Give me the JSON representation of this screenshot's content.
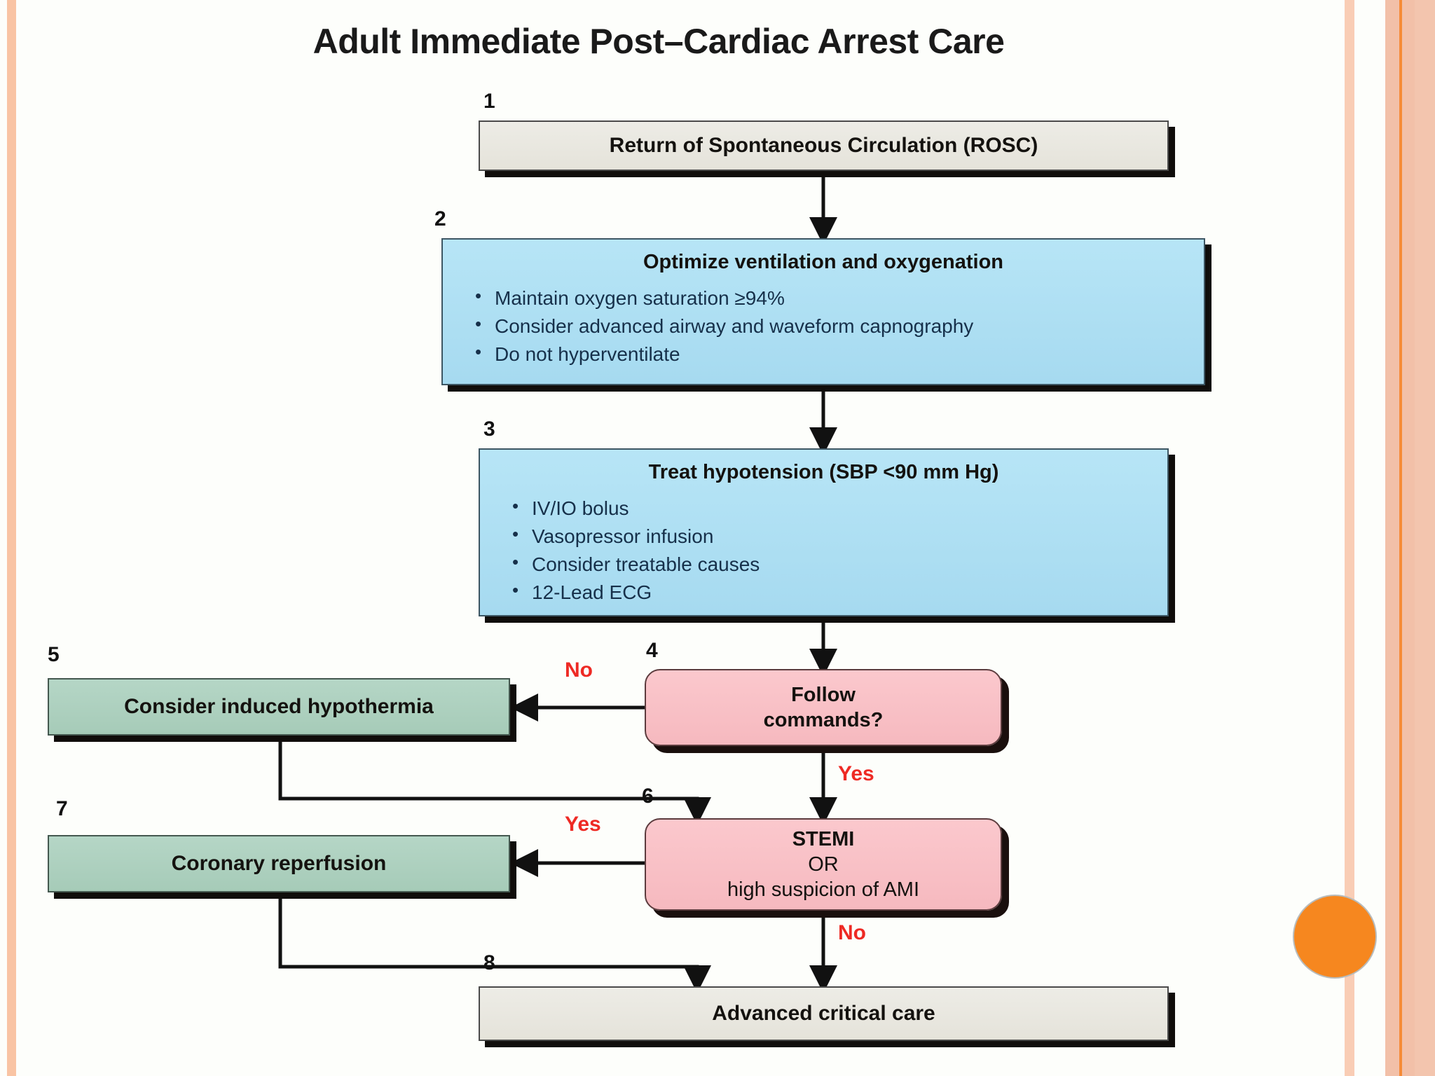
{
  "slide": {
    "title": "Adult Immediate Post–Cardiac Arrest Care",
    "decor": {
      "accent_orange": "#f6871f",
      "edge_peach": "#f9c4a4",
      "branch_red": "#ee2a24"
    }
  },
  "nodes": [
    {
      "number": "1",
      "style": "beige",
      "heading": "Return of Spontaneous Circulation (ROSC)",
      "bullets": []
    },
    {
      "number": "2",
      "style": "blue",
      "heading": "Optimize ventilation and oxygenation",
      "bullets": [
        "Maintain oxygen saturation ≥94%",
        "Consider advanced airway and waveform capnography",
        "Do not hyperventilate"
      ]
    },
    {
      "number": "3",
      "style": "blue",
      "heading": "Treat hypotension (SBP <90 mm Hg)",
      "bullets": [
        "IV/IO bolus",
        "Vasopressor infusion",
        "Consider treatable causes",
        "12-Lead ECG"
      ]
    },
    {
      "number": "4",
      "style": "pink",
      "heading_line1": "Follow",
      "heading_line2": "commands?",
      "bullets": []
    },
    {
      "number": "5",
      "style": "green",
      "heading": "Consider induced hypothermia",
      "bullets": []
    },
    {
      "number": "6",
      "style": "pink",
      "heading_line1": "STEMI",
      "heading_line2": "OR",
      "heading_line3": "high suspicion of AMI",
      "bullets": []
    },
    {
      "number": "7",
      "style": "green",
      "heading": "Coronary reperfusion",
      "bullets": []
    },
    {
      "number": "8",
      "style": "beige",
      "heading": "Advanced critical care",
      "bullets": []
    }
  ],
  "branch_labels": {
    "no_from_follow_commands": "No",
    "yes_from_follow_commands": "Yes",
    "yes_from_stemi": "Yes",
    "no_from_stemi": "No"
  }
}
